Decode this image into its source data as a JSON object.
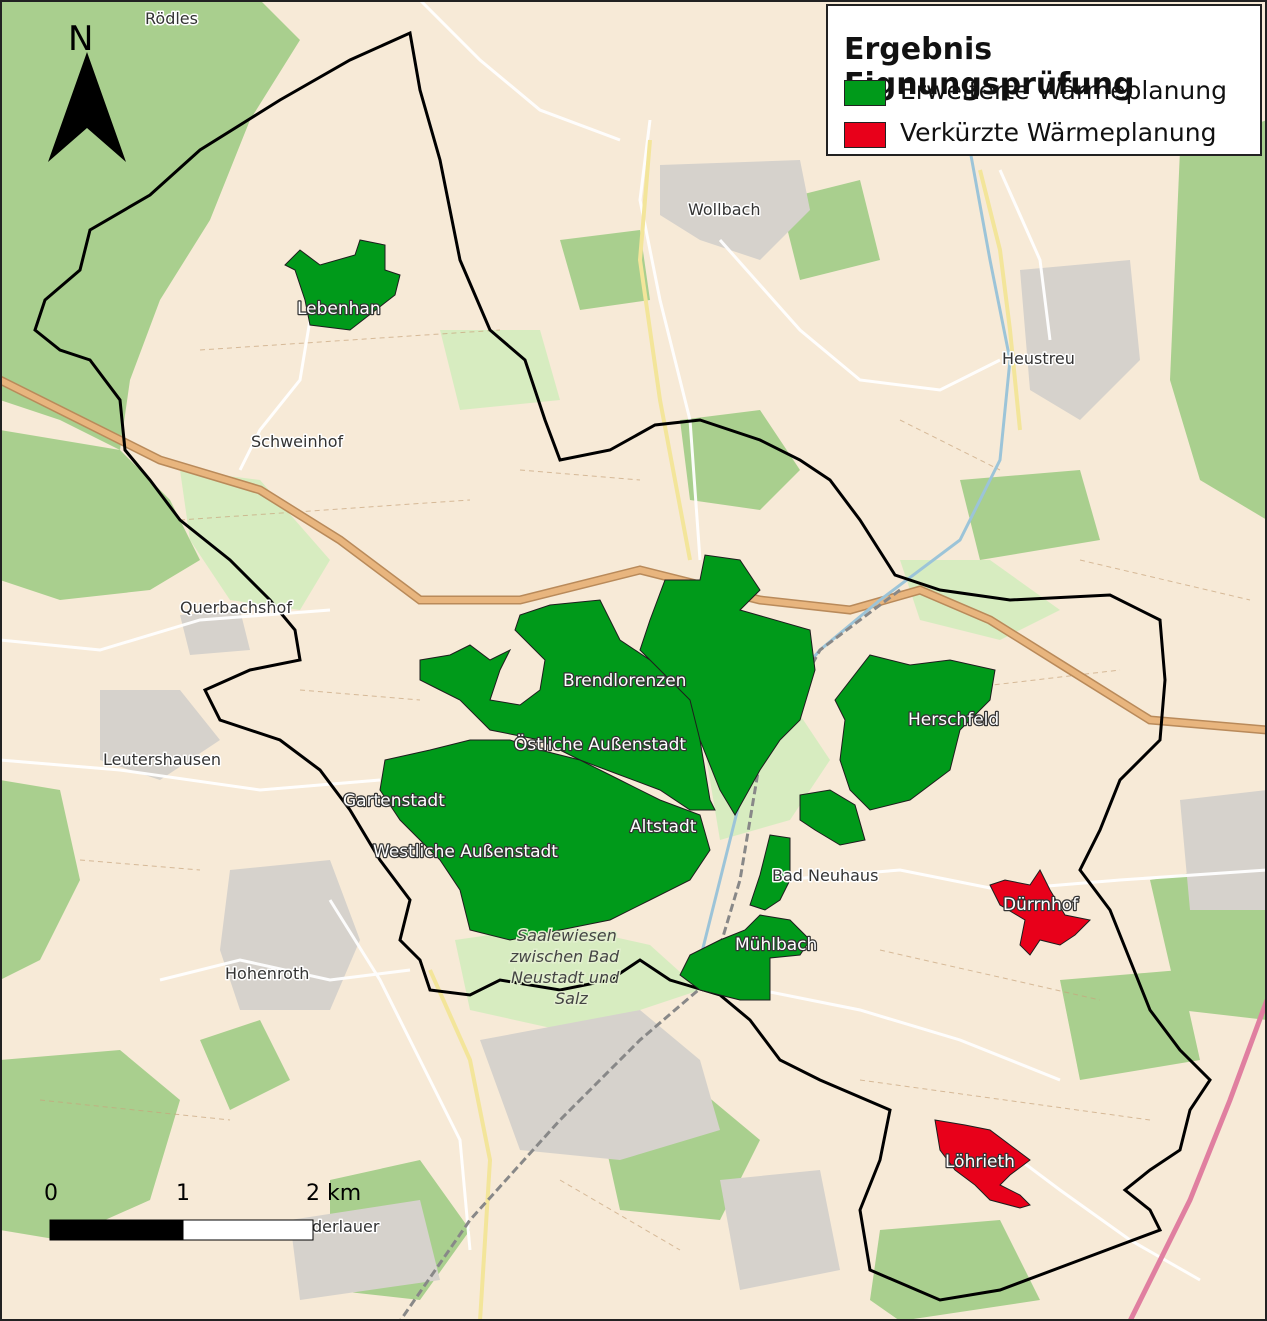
{
  "legend": {
    "title": "Ergebnis Eignungsprüfung",
    "items": [
      {
        "label": "Erweiterte Wärmeplanung",
        "color": "#009a1a"
      },
      {
        "label": "Verkürzte Wärmeplanung",
        "color": "#e8001a"
      }
    ]
  },
  "north_arrow": {
    "label": "N"
  },
  "scale_bar": {
    "labels": [
      "0",
      "1",
      "2 km"
    ]
  },
  "place_labels": {
    "roedles": "Rödles",
    "wollbach": "Wollbach",
    "heustreu": "Heustreu",
    "schweinhof": "Schweinhof",
    "querbachshof": "Querbachshof",
    "leutershausen": "Leutershausen",
    "hohenroth": "Hohenroth",
    "bad_neuhaus": "Bad Neuhaus",
    "niederlauer": "derlauer",
    "saalewiesen": [
      "Saalewiesen",
      "zwischen Bad",
      "Neustadt und",
      "Salz"
    ]
  },
  "area_labels": {
    "lebenhan": "Lebenhan",
    "brendlorenzen": "Brendlorenzen",
    "oestliche": "Östliche Außenstadt",
    "gartenstadt": "Gartenstadt",
    "westliche": "Westliche Außenstadt",
    "altstadt": "Altstadt",
    "herschfeld": "Herschfeld",
    "muehlbach": "Mühlbach",
    "duerrnhof": "Dürrnhof",
    "loehrieth": "Löhrieth"
  },
  "colors": {
    "base": "#f7ead7",
    "forest": "#a9cf8e",
    "meadow": "#d7ecc0",
    "settlement": "#d6d2cc",
    "road": "#ffffff",
    "highway": "#e8b57e",
    "boundary": "#000000",
    "extended": "#009a1a",
    "shortened": "#e8001a"
  }
}
